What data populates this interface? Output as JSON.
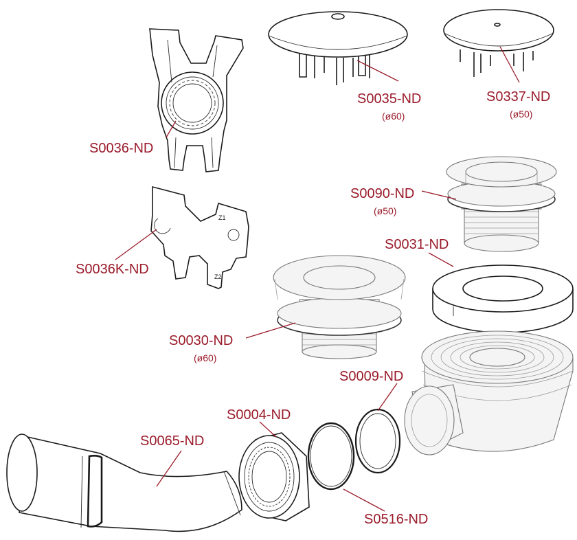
{
  "colors": {
    "label": "#9a1b2a",
    "outline": "#1a1a1a",
    "grey_part": "#777777"
  },
  "labels": {
    "s0036": "S0036-ND",
    "s0036k": "S0036K-ND",
    "s0035": "S0035-ND",
    "s0035_dia": "(ø60)",
    "s0337": "S0337-ND",
    "s0337_dia": "(ø50)",
    "s0090": "S0090-ND",
    "s0090_dia": "(ø50)",
    "s0031": "S0031-ND",
    "s0030": "S0030-ND",
    "s0030_dia": "(ø60)",
    "s0009": "S0009-ND",
    "s0004": "S0004-ND",
    "s0065": "S0065-ND",
    "s0516": "S0516-ND"
  },
  "wrench_marks": {
    "top": "Z1",
    "bottom": "Z2"
  }
}
